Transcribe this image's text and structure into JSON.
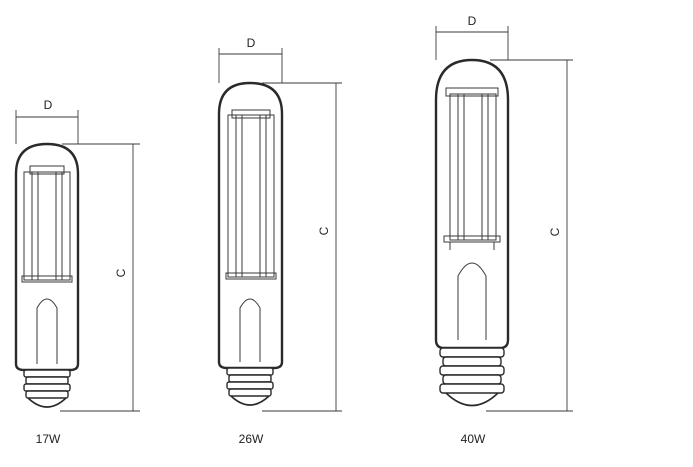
{
  "lamps": [
    {
      "id": "lamp-17w",
      "wattage_label": "17W",
      "diameter_label": "D",
      "length_label": "C"
    },
    {
      "id": "lamp-26w",
      "wattage_label": "26W",
      "diameter_label": "D",
      "length_label": "C"
    },
    {
      "id": "lamp-40w",
      "wattage_label": "40W",
      "diameter_label": "D",
      "length_label": "C"
    }
  ],
  "colors": {
    "line": "#2a2a2a",
    "background": "#ffffff"
  }
}
